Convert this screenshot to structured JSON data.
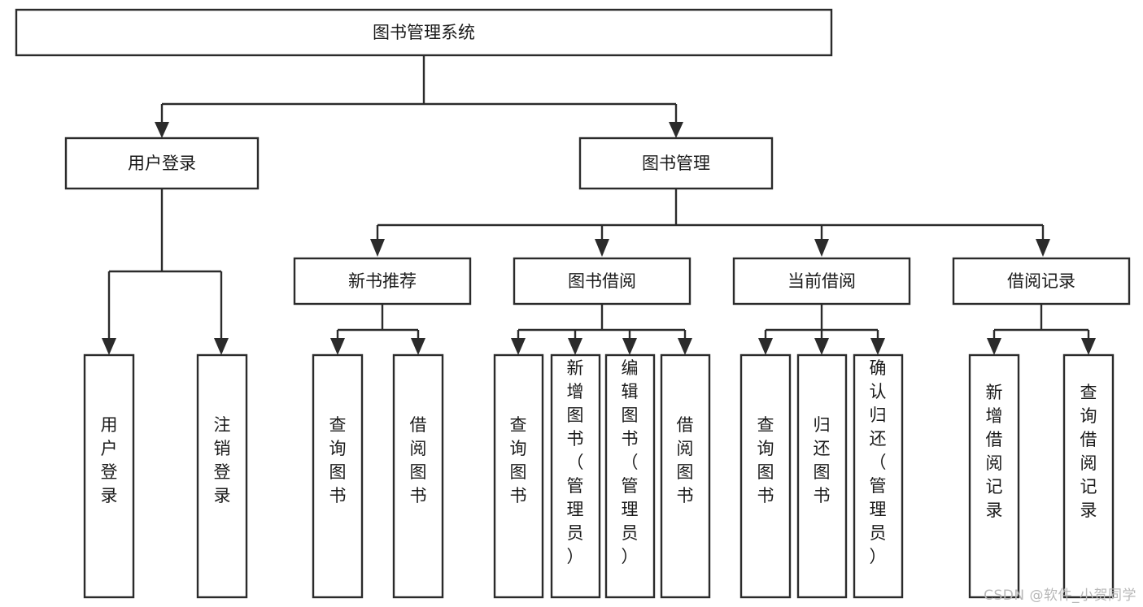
{
  "diagram": {
    "type": "tree-hierarchy",
    "title": "图书管理系统",
    "watermark": "CSDN @软件_小贺同学",
    "colors": {
      "stroke": "#2b2b2b",
      "fill": "#ffffff",
      "text": "#1a1a1a",
      "watermark": "#b8b8b8",
      "background": "#ffffff"
    },
    "levels": {
      "root": {
        "label": "图书管理系统"
      },
      "level1": [
        {
          "label": "用户登录"
        },
        {
          "label": "图书管理"
        }
      ],
      "level2": [
        {
          "label": "新书推荐",
          "parent": "图书管理"
        },
        {
          "label": "图书借阅",
          "parent": "图书管理"
        },
        {
          "label": "当前借阅",
          "parent": "图书管理"
        },
        {
          "label": "借阅记录",
          "parent": "图书管理"
        }
      ],
      "leaves": [
        {
          "label": "用户登录",
          "parent": "用户登录",
          "orientation": "vertical"
        },
        {
          "label": "注销登录",
          "parent": "用户登录",
          "orientation": "vertical"
        },
        {
          "label": "查询图书",
          "parent": "新书推荐",
          "orientation": "vertical"
        },
        {
          "label": "借阅图书",
          "parent": "新书推荐",
          "orientation": "vertical"
        },
        {
          "label": "查询图书",
          "parent": "图书借阅",
          "orientation": "vertical"
        },
        {
          "label": "新增图书（管理员）",
          "parent": "图书借阅",
          "orientation": "vertical"
        },
        {
          "label": "编辑图书（管理员）",
          "parent": "图书借阅",
          "orientation": "vertical"
        },
        {
          "label": "借阅图书",
          "parent": "图书借阅",
          "orientation": "vertical"
        },
        {
          "label": "查询图书",
          "parent": "当前借阅",
          "orientation": "vertical"
        },
        {
          "label": "归还图书",
          "parent": "当前借阅",
          "orientation": "vertical"
        },
        {
          "label": "确认归还（管理员）",
          "parent": "当前借阅",
          "orientation": "vertical"
        },
        {
          "label": "新增借阅记录",
          "parent": "借阅记录",
          "orientation": "vertical"
        },
        {
          "label": "查询借阅记录",
          "parent": "借阅记录",
          "orientation": "vertical"
        }
      ]
    }
  },
  "nodes": {
    "root": "图书管理系统",
    "n_user_login": "用户登录",
    "n_book_manage": "图书管理",
    "n_new_book_rec": "新书推荐",
    "n_book_borrow": "图书借阅",
    "n_current_borrow": "当前借阅",
    "n_borrow_record": "借阅记录",
    "leaf_user_login": "用户登录",
    "leaf_logout": "注销登录",
    "leaf_q_book_a": "查询图书",
    "leaf_borrow_book_a": "借阅图书",
    "leaf_q_book_b": "查询图书",
    "leaf_add_book": "新增图书（管理员）",
    "leaf_edit_book": "编辑图书（管理员）",
    "leaf_borrow_book_b": "借阅图书",
    "leaf_q_book_c": "查询图书",
    "leaf_return_book": "归还图书",
    "leaf_confirm_return": "确认归还（管理员）",
    "leaf_add_record": "新增借阅记录",
    "leaf_q_record": "查询借阅记录"
  },
  "watermark": {
    "text": "CSDN @软件_小贺同学"
  }
}
